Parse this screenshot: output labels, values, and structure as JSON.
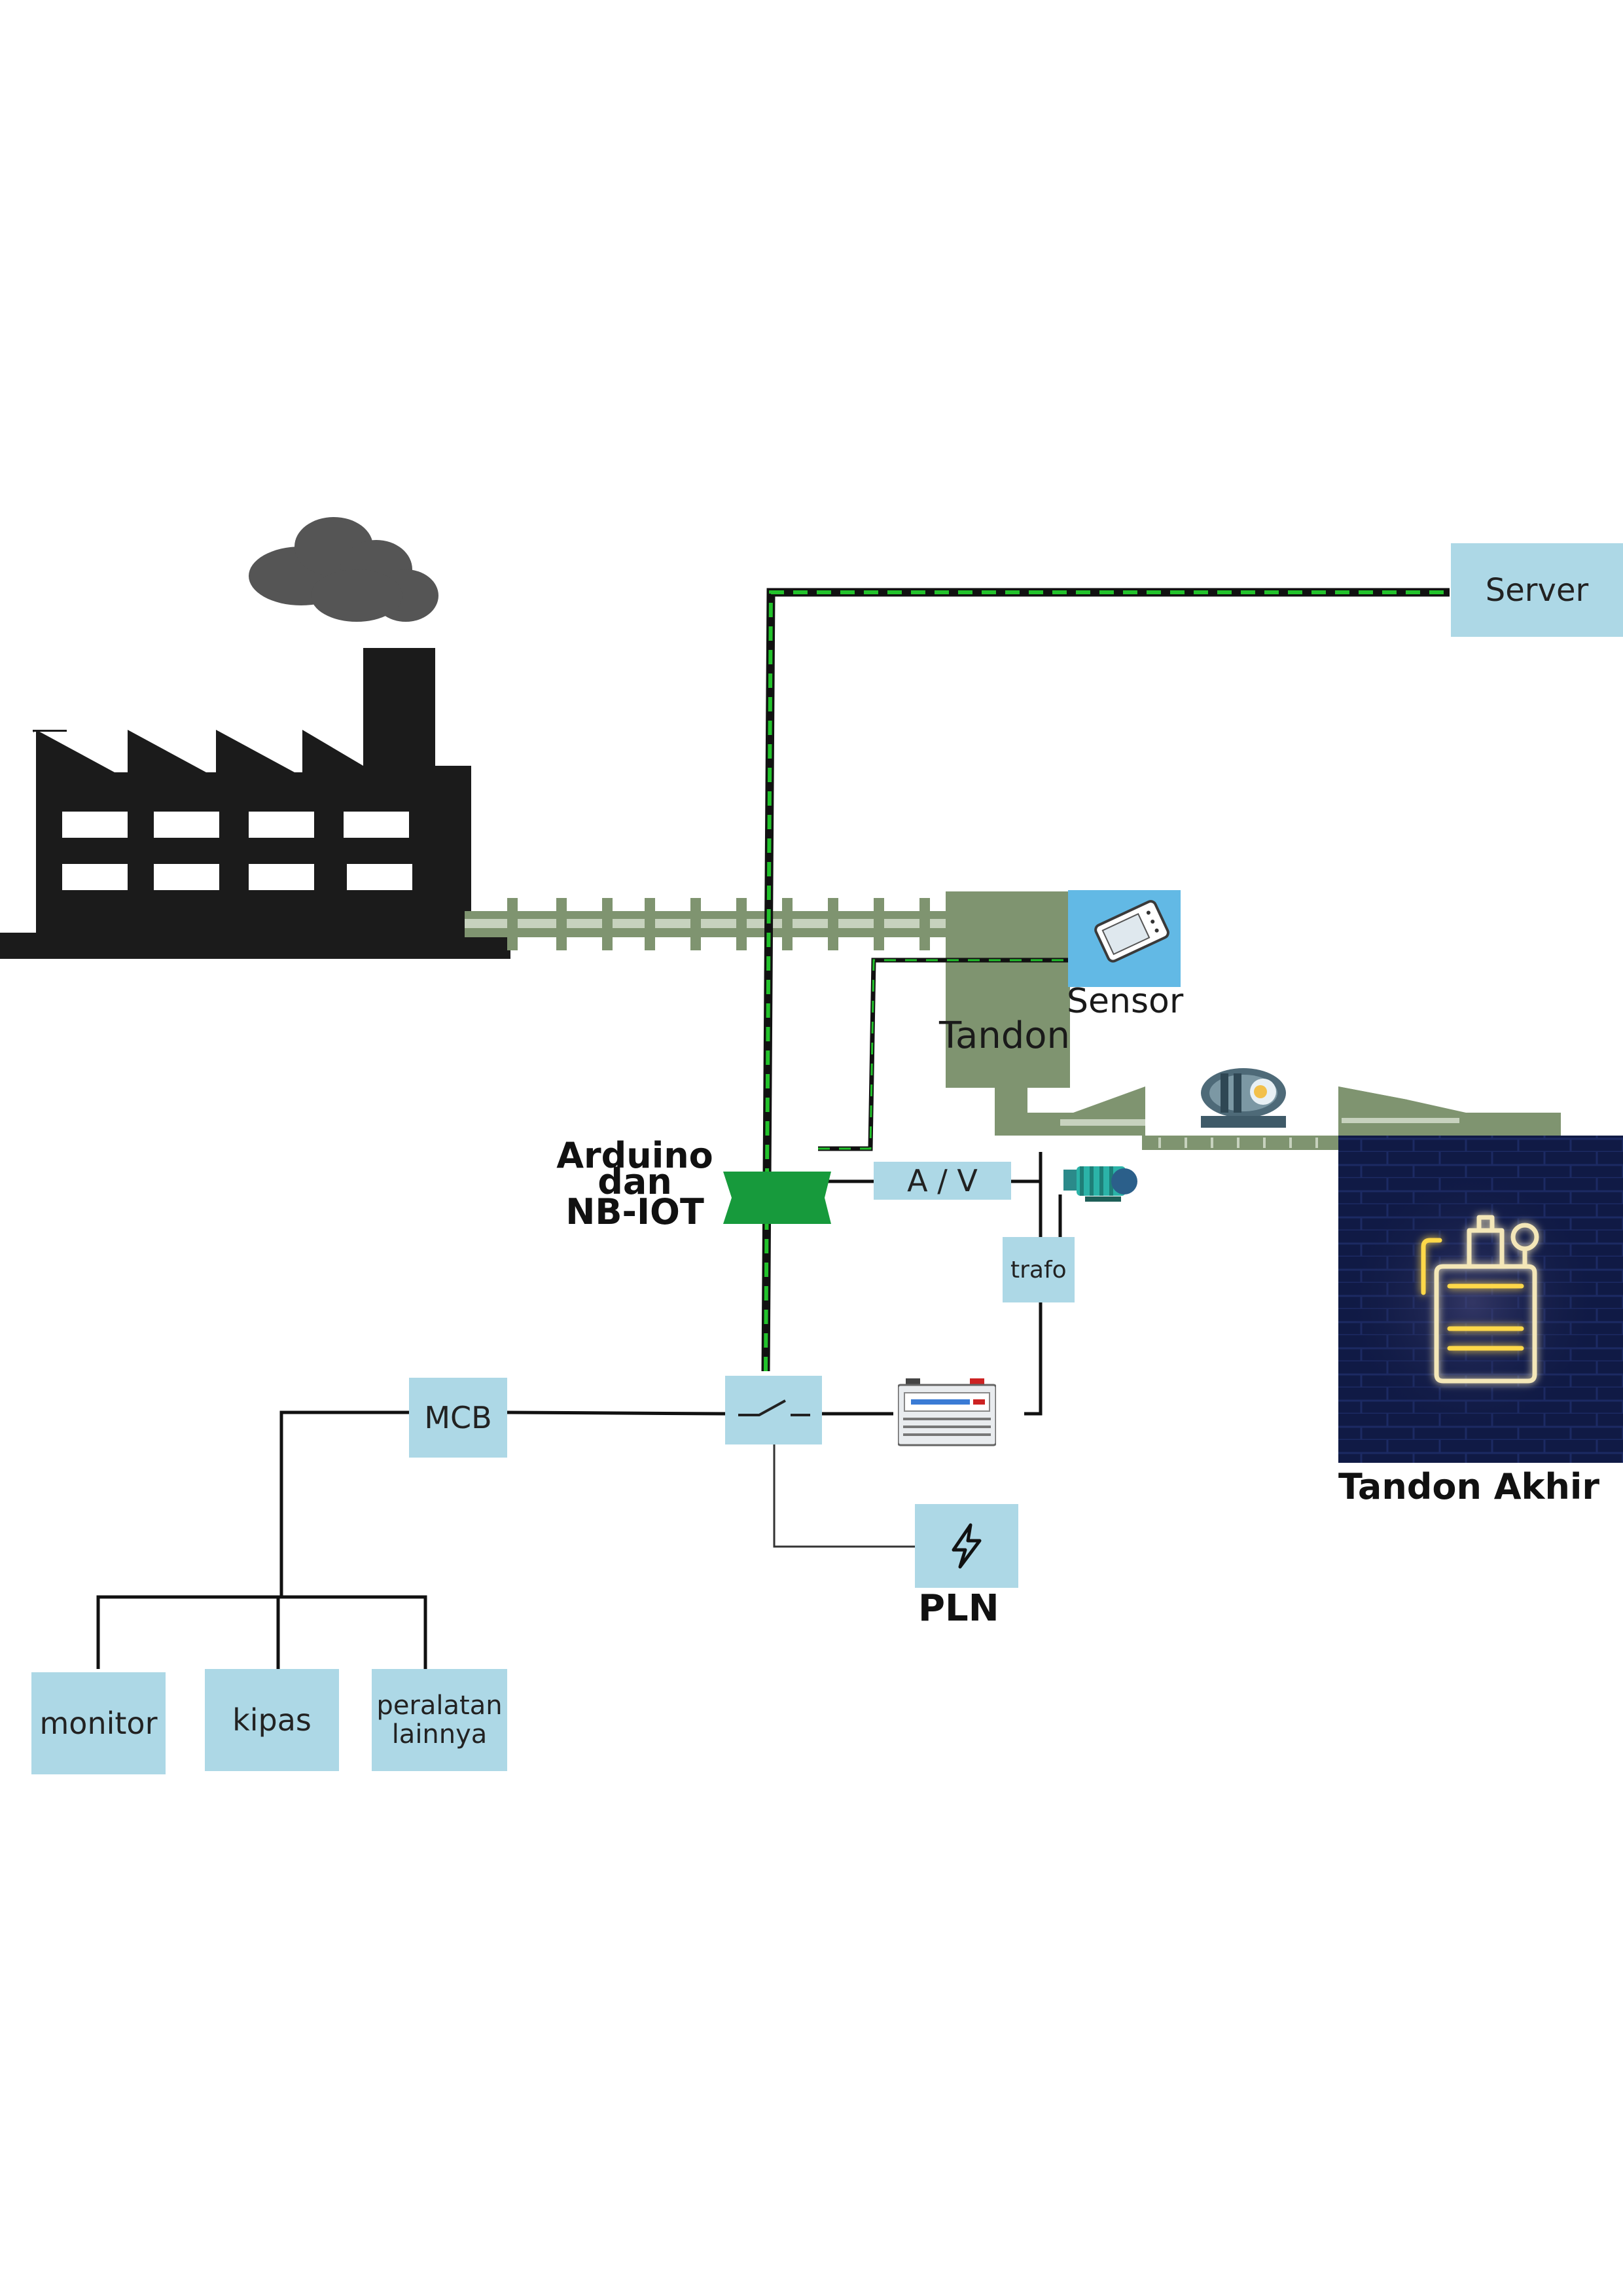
{
  "labels": {
    "server": "Server",
    "sensor": "Sensor",
    "tandon": "Tandon",
    "arduino_line1": "Arduino",
    "arduino_line2": "dan",
    "arduino_line3": "NB-IOT",
    "av": "A / V",
    "trafo": "trafo",
    "mcb": "MCB",
    "pln": "PLN",
    "tandon_akhir": "Tandon Akhir",
    "monitor": "monitor",
    "kipas": "kipas",
    "peralatan_line1": "peralatan",
    "peralatan_line2": "lainnya"
  },
  "icons": {
    "factory": "factory-icon",
    "smoke": "smoke-cloud-icon",
    "sensor": "sensor-device-icon",
    "motor": "electric-motor-icon",
    "battery": "battery-icon",
    "switch": "switch-icon",
    "lightning": "lightning-icon",
    "pump": "pump-icon",
    "tank": "neon-tank-icon"
  },
  "colors": {
    "box_fill": "#add8e6",
    "pipe": "#7f9470",
    "network_line": "#22c22b",
    "wire": "#111111",
    "arduino": "#179a3c",
    "neon": "#ffd84a",
    "factory": "#1b1b1b"
  }
}
